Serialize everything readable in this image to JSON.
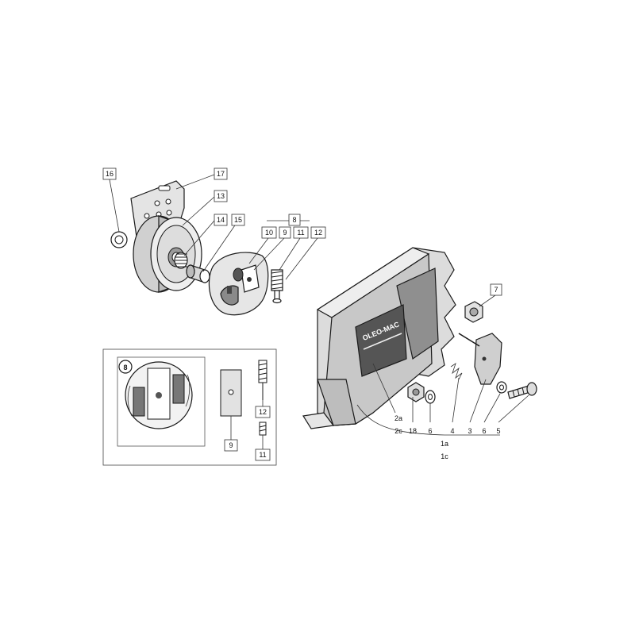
{
  "figure": {
    "labels": {
      "l16": "16",
      "l17": "17",
      "l13": "13",
      "l14": "14",
      "l15": "15",
      "l8": "8",
      "l10": "10",
      "l9": "9",
      "l11": "11",
      "l12": "12",
      "l7": "7",
      "l2a": "2a",
      "l2c": "2c",
      "l18": "18",
      "l6a": "6",
      "l4": "4",
      "l3": "3",
      "l6b": "6",
      "l5": "5",
      "l1a": "1a",
      "l1c": "1c",
      "inset_8": "8",
      "inset_12": "12",
      "inset_9": "9",
      "inset_11": "11"
    },
    "logo_text": "OLEO-MAC"
  }
}
